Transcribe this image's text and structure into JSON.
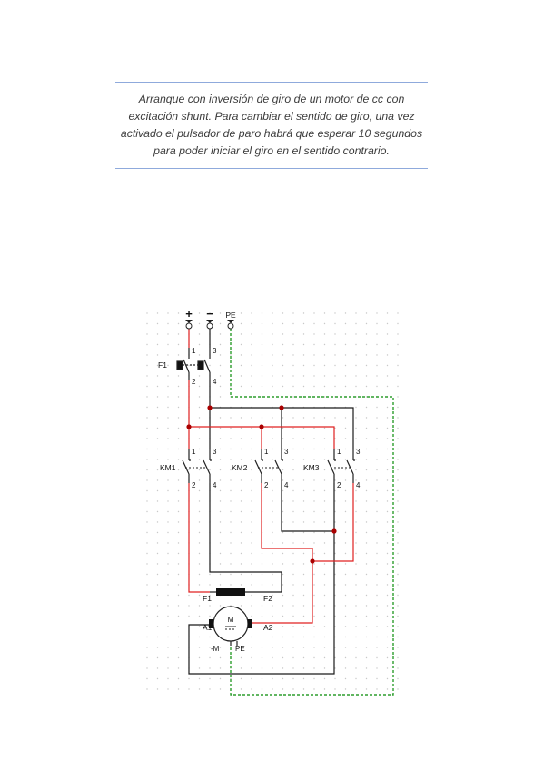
{
  "caption": {
    "text": "Arranque con inversión de giro de un motor de cc con excitación shunt. Para cambiar el sentido de giro, una vez activado el pulsador de paro habrá que esperar 10 segundos para poder iniciar el giro en el sentido contrario."
  },
  "terminals": {
    "plus": "+",
    "minus": "−",
    "pe": "PE"
  },
  "fuse": {
    "label": "F1",
    "pin1": "1",
    "pin2": "2",
    "pin3": "3",
    "pin4": "4"
  },
  "contactors": [
    {
      "label": "KM1",
      "pin1": "1",
      "pin2": "2",
      "pin3": "3",
      "pin4": "4"
    },
    {
      "label": "KM2",
      "pin1": "1",
      "pin2": "2",
      "pin3": "3",
      "pin4": "4"
    },
    {
      "label": "KM3",
      "pin1": "1",
      "pin2": "2",
      "pin3": "3",
      "pin4": "4"
    }
  ],
  "field": {
    "f1": "F1",
    "f2": "F2"
  },
  "motor": {
    "symbol": "M",
    "a1": "A1",
    "a2": "A2",
    "neg": "-M",
    "pe": "PE"
  },
  "colors": {
    "positive": "#e02020",
    "negative": "#1a1a1a",
    "earth": "#2e9e2e",
    "grid": "#c8c8c8",
    "rule": "#8faadc"
  }
}
